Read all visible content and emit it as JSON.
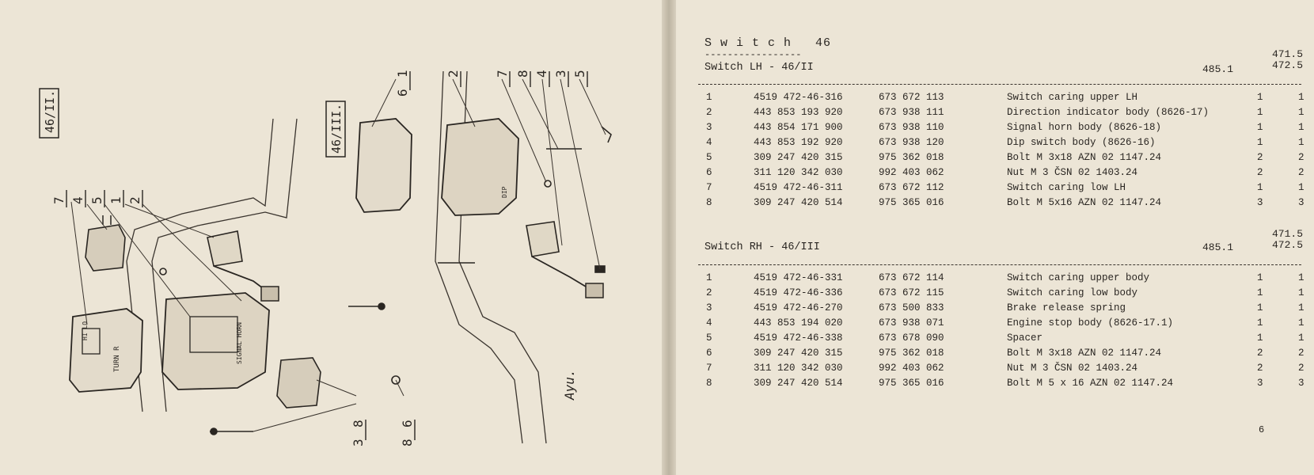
{
  "diagram": {
    "box_left": "46/II.",
    "box_mid": "46/III.",
    "stack_left": [
      "7",
      "4",
      "5",
      "1",
      "2"
    ],
    "stack_top": [
      {
        "top": "1",
        "bottom": "6"
      },
      {
        "top": "2",
        "bottom": ""
      },
      {
        "top": "7",
        "bottom": ""
      },
      {
        "top": "8",
        "bottom": ""
      },
      {
        "top": "4",
        "bottom": ""
      },
      {
        "top": "3",
        "bottom": ""
      },
      {
        "top": "5",
        "bottom": ""
      }
    ],
    "stack_bottom": [
      {
        "top": "8",
        "bottom": "3"
      },
      {
        "top": "6",
        "bottom": "8"
      }
    ],
    "label_hilo": "HI LO",
    "label_turn": "TURN R",
    "label_signal": "SIGNAL HORN",
    "label_dip": "DIP",
    "signature": "Ayu."
  },
  "header": {
    "title": "S w i t c h   46",
    "rule": "-----------------"
  },
  "sections": [
    {
      "name": "Switch LH - 46/II",
      "ref_left": "485.1",
      "ref_top": "471.5",
      "ref_bottom": "472.5",
      "rows": [
        {
          "no": "1",
          "a": "4519 472-46-316",
          "b": "673 672 113",
          "desc": "Switch caring upper LH",
          "q1": "1",
          "q2": "1"
        },
        {
          "no": "2",
          "a": "443 853 193 920",
          "b": "673 938 111",
          "desc": "Direction indicator body (8626-17)",
          "q1": "1",
          "q2": "1"
        },
        {
          "no": "3",
          "a": "443 854 171 900",
          "b": "673 938 110",
          "desc": "Signal horn body (8626-18)",
          "q1": "1",
          "q2": "1"
        },
        {
          "no": "4",
          "a": "443 853 192 920",
          "b": "673 938 120",
          "desc": "Dip switch body (8626-16)",
          "q1": "1",
          "q2": "1"
        },
        {
          "no": "5",
          "a": "309 247 420 315",
          "b": "975 362 018",
          "desc": "Bolt M 3x18 AZN 02 1147.24",
          "q1": "2",
          "q2": "2"
        },
        {
          "no": "6",
          "a": "311 120 342 030",
          "b": "992 403 062",
          "desc": "Nut M 3 ČSN 02 1403.24",
          "q1": "2",
          "q2": "2"
        },
        {
          "no": "7",
          "a": "4519 472-46-311",
          "b": "673 672 112",
          "desc": "Switch caring low LH",
          "q1": "1",
          "q2": "1"
        },
        {
          "no": "8",
          "a": "309 247 420 514",
          "b": "975 365 016",
          "desc": "Bolt M 5x16 AZN 02 1147.24",
          "q1": "3",
          "q2": "3"
        }
      ]
    },
    {
      "name": "Switch RH - 46/III",
      "ref_left": "485.1",
      "ref_top": "471.5",
      "ref_bottom": "472.5",
      "rows": [
        {
          "no": "1",
          "a": "4519 472-46-331",
          "b": "673 672 114",
          "desc": "Switch caring upper body",
          "q1": "1",
          "q2": "1"
        },
        {
          "no": "2",
          "a": "4519 472-46-336",
          "b": "673 672 115",
          "desc": "Switch caring low body",
          "q1": "1",
          "q2": "1"
        },
        {
          "no": "3",
          "a": "4519 472-46-270",
          "b": "673 500 833",
          "desc": "Brake release spring",
          "q1": "1",
          "q2": "1"
        },
        {
          "no": "4",
          "a": "443 853 194 020",
          "b": "673 938 071",
          "desc": "Engine stop body (8626-17.1)",
          "q1": "1",
          "q2": "1"
        },
        {
          "no": "5",
          "a": "4519 472-46-338",
          "b": "673 678 090",
          "desc": "Spacer",
          "q1": "1",
          "q2": "1"
        },
        {
          "no": "6",
          "a": "309 247 420 315",
          "b": "975 362 018",
          "desc": "Bolt M 3x18 AZN 02 1147.24",
          "q1": "2",
          "q2": "2"
        },
        {
          "no": "7",
          "a": "311 120 342 030",
          "b": "992 403 062",
          "desc": "Nut M 3 ČSN 02 1403.24",
          "q1": "2",
          "q2": "2"
        },
        {
          "no": "8",
          "a": "309 247 420 514",
          "b": "975 365 016",
          "desc": "Bolt M 5 x 16 AZN 02 1147.24",
          "q1": "3",
          "q2": "3"
        }
      ]
    }
  ],
  "page_number": "6"
}
